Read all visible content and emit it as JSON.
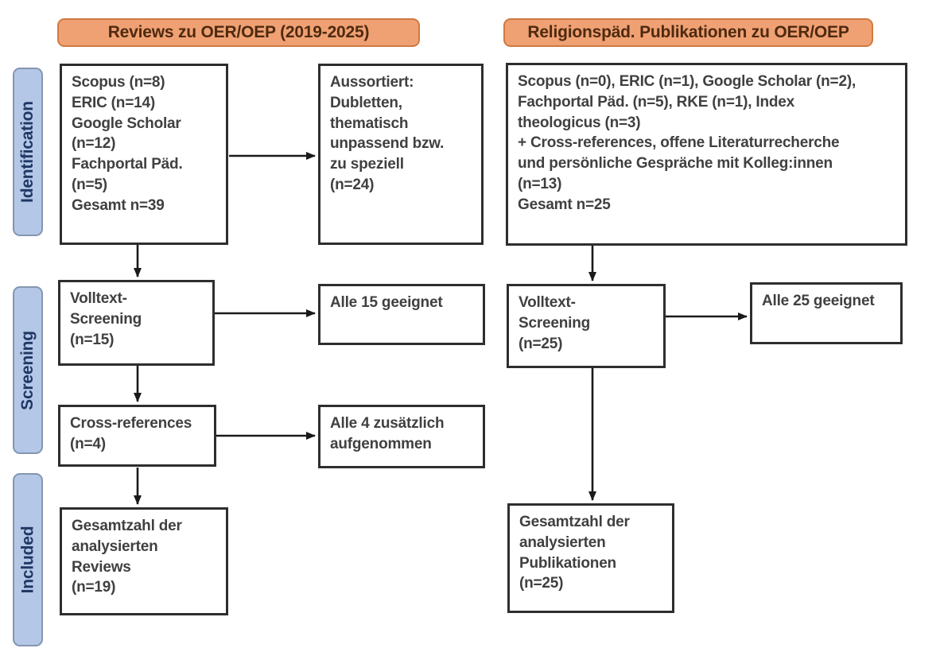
{
  "diagram": {
    "type": "prisma-flow",
    "headers": {
      "left": "Reviews zu OER/OEP (2019-2025)",
      "right": "Religionspäd. Publikationen zu OER/OEP"
    },
    "stages": [
      {
        "label": "Identification"
      },
      {
        "label": "Screening"
      },
      {
        "label": "Included"
      }
    ],
    "left_column": {
      "identification_sources": "Scopus (n=8)\nERIC (n=14)\nGoogle Scholar\n(n=12)\nFachportal Päd.\n(n=5)\nGesamt n=39",
      "excluded": "Aussortiert:\nDubletten,\nthematisch\nunpassend bzw.\nzu speziell\n(n=24)",
      "fulltext_screening": "Volltext-\nScreening\n(n=15)",
      "screening_result": "Alle 15 geeignet",
      "cross_references": "Cross-references\n(n=4)",
      "cross_references_result": "Alle 4 zusätzlich\naufgenommen",
      "included_total": "Gesamtzahl der\nanalysierten\nReviews\n(n=19)"
    },
    "right_column": {
      "identification_sources": "Scopus (n=0), ERIC (n=1), Google Scholar (n=2),\nFachportal Päd. (n=5), RKE (n=1), Index\ntheologicus (n=3)\n+ Cross-references, offene Literaturrecherche\nund persönliche Gespräche mit Kolleg:innen\n(n=13)\nGesamt n=25",
      "fulltext_screening": "Volltext-\nScreening\n(n=25)",
      "screening_result": "Alle 25 geeignet",
      "included_total": "Gesamtzahl der\nanalysierten\nPublikationen\n(n=25)"
    },
    "colors": {
      "header_fill": "#f0a173",
      "header_border": "#cf7a41",
      "header_text": "#4e2a10",
      "stage_fill": "#b4c7e7",
      "stage_border": "#8496b0",
      "stage_text": "#1f3864",
      "box_border": "#2e2e2e",
      "box_text": "#404040",
      "arrow": "#1a1a1a"
    }
  }
}
